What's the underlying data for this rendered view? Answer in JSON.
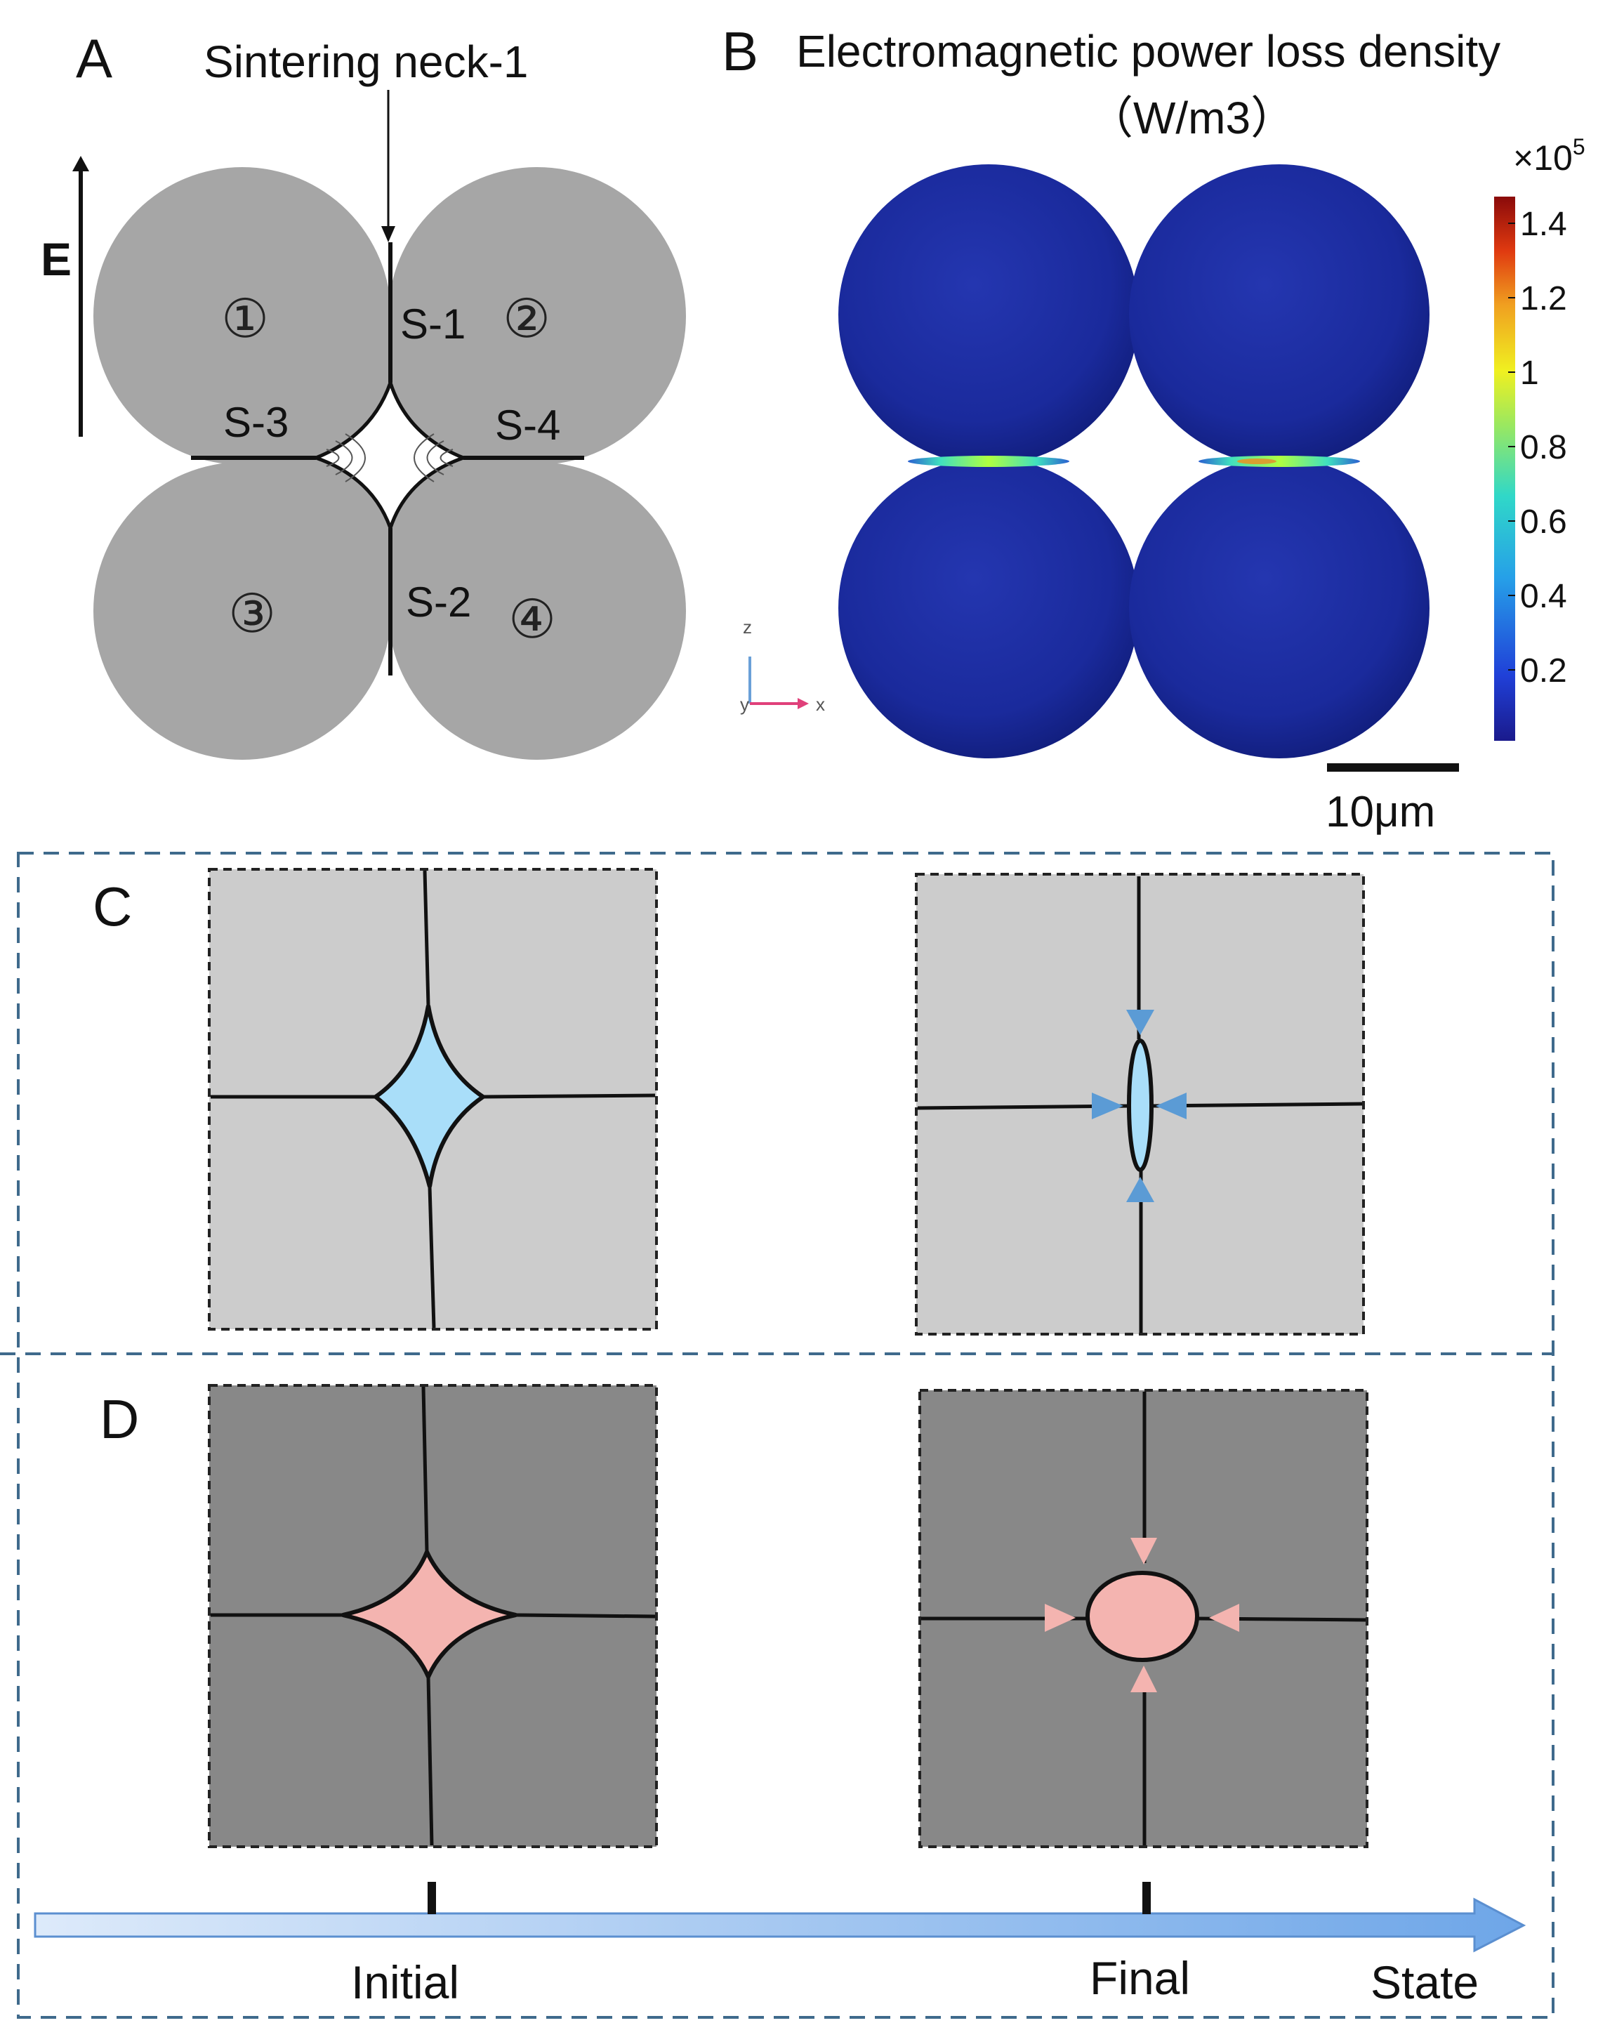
{
  "panelA": {
    "letter": "A",
    "neck_label": "Sintering neck-1",
    "field_label": "E",
    "particles": [
      "①",
      "②",
      "③",
      "④"
    ],
    "segments": [
      "S-1",
      "S-2",
      "S-3",
      "S-4"
    ]
  },
  "panelB": {
    "letter": "B",
    "title_line1": "Electromagnetic power loss density",
    "title_line2": "（W/m3）",
    "multiplier_base": "×10",
    "multiplier_exp": "5",
    "colorbar_ticks": [
      "1.4",
      "1.2",
      "1",
      "0.8",
      "0.6",
      "0.4",
      "0.2"
    ],
    "scale_bar_label": "10μm",
    "axis_z": "z",
    "axis_y": "y",
    "axis_x": "x",
    "colors": {
      "sphere": "#1c2ea0",
      "hot": "#9aff40"
    }
  },
  "panelC": {
    "letter": "C",
    "colors": {
      "grain": "#cccccc",
      "pore": "#a9def9",
      "arrow": "#5b9bd5"
    }
  },
  "panelD": {
    "letter": "D",
    "colors": {
      "grain": "#888888",
      "pore": "#f4b4b0",
      "arrow": "#f4b4b0"
    }
  },
  "timeline": {
    "labels": [
      "Initial",
      "Final",
      "State"
    ]
  },
  "colors": {
    "frame_dash": "#3f6a8c"
  }
}
